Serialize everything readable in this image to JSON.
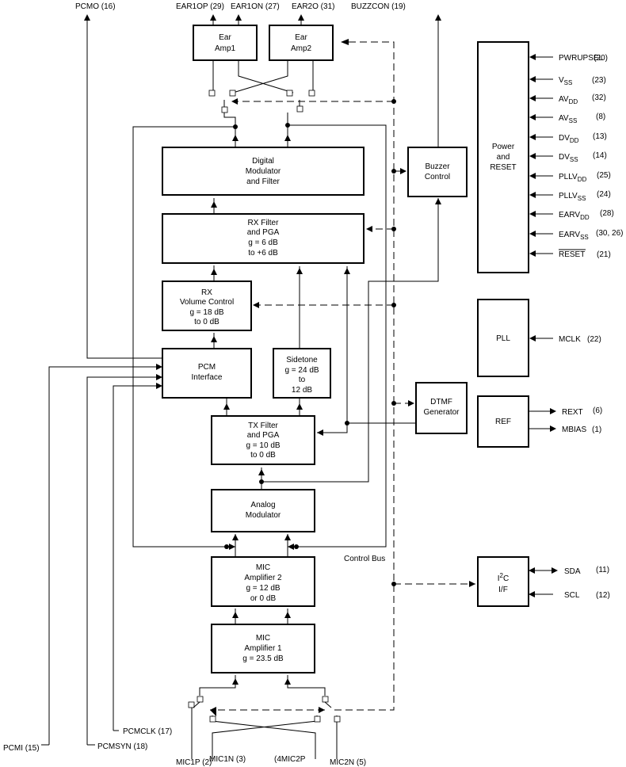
{
  "blocks": {
    "ear_amp1": [
      "Ear",
      "Amp1"
    ],
    "ear_amp2": [
      "Ear",
      "Amp2"
    ],
    "digital_modulator": [
      "Digital",
      "Modulator",
      "and Filter"
    ],
    "rx_filter": [
      "RX Filter",
      "and PGA",
      "g = 6 dB",
      "to +6 dB"
    ],
    "rx_volume": [
      "RX",
      "Volume Control",
      "g = 18 dB",
      "to  0 dB"
    ],
    "pcm_interface": [
      "PCM",
      "Interface"
    ],
    "sidetone": [
      "Sidetone",
      "g = 24 dB",
      "to",
      "12 dB"
    ],
    "tx_filter": [
      "TX Filter",
      "and PGA",
      "g = 10 dB",
      "to 0 dB"
    ],
    "analog_modulator": [
      "Analog",
      "Modulator"
    ],
    "mic_amp2": [
      "MIC",
      "Amplifier  2",
      "g = 12 dB",
      "or  0 dB"
    ],
    "mic_amp1": [
      "MIC",
      "Amplifier 1",
      "g = 23.5 dB"
    ],
    "buzzer_control": [
      "Buzzer",
      "Control"
    ],
    "dtmf_generator": [
      "DTMF",
      "Generator"
    ],
    "power_reset": [
      "Power",
      "and",
      "RESET"
    ],
    "pll": [
      "PLL"
    ],
    "ref": [
      "REF"
    ],
    "i2c": [
      "I",
      "2",
      "C",
      "I/F"
    ]
  },
  "top_pins": {
    "pcmo": "PCMO (16)",
    "ear1op": "EAR1OP (29)",
    "ear1on": "EAR1ON (27)",
    "ear2o": "EAR2O (31)",
    "buzzcon": "BUZZCON (19)"
  },
  "power_pins": [
    {
      "name": "PWRUPSEL",
      "sub": "",
      "num": "(20)"
    },
    {
      "name": "V",
      "sub": "SS",
      "num": "(23)"
    },
    {
      "name": "AV",
      "sub": "DD",
      "num": "(32)"
    },
    {
      "name": "AV",
      "sub": "SS",
      "num": "(8)"
    },
    {
      "name": "DV",
      "sub": "DD",
      "num": "(13)"
    },
    {
      "name": "DV",
      "sub": "SS",
      "num": "(14)"
    },
    {
      "name": "PLLV",
      "sub": "DD",
      "num": "(25)"
    },
    {
      "name": "PLLV",
      "sub": "SS",
      "num": "(24)"
    },
    {
      "name": "EARV",
      "sub": "DD",
      "num": "(28)"
    },
    {
      "name": "EARV",
      "sub": "SS",
      "num": "(30, 26)"
    },
    {
      "name": "RESET",
      "sub": "",
      "num": "(21)"
    }
  ],
  "side_pins": {
    "mclk": "MCLK",
    "mclk_num": "(22)",
    "rext": "REXT",
    "rext_num": "(6)",
    "mbias": "MBIAS",
    "mbias_num": "(1)",
    "sda": "SDA",
    "sda_num": "(11)",
    "scl": "SCL",
    "scl_num": "(12)"
  },
  "bottom_pins": {
    "pcmclk": "PCMCLK (17)",
    "pcmi": "PCMI (15)",
    "pcmsyn": "PCMSYN (18)",
    "mic1p": "MIC1P (2)",
    "mic1n": "MIC1N (3)",
    "mic2p": "(4MIC2P",
    "mic2n": "MIC2N (5)"
  },
  "control_bus_label": "Control Bus"
}
